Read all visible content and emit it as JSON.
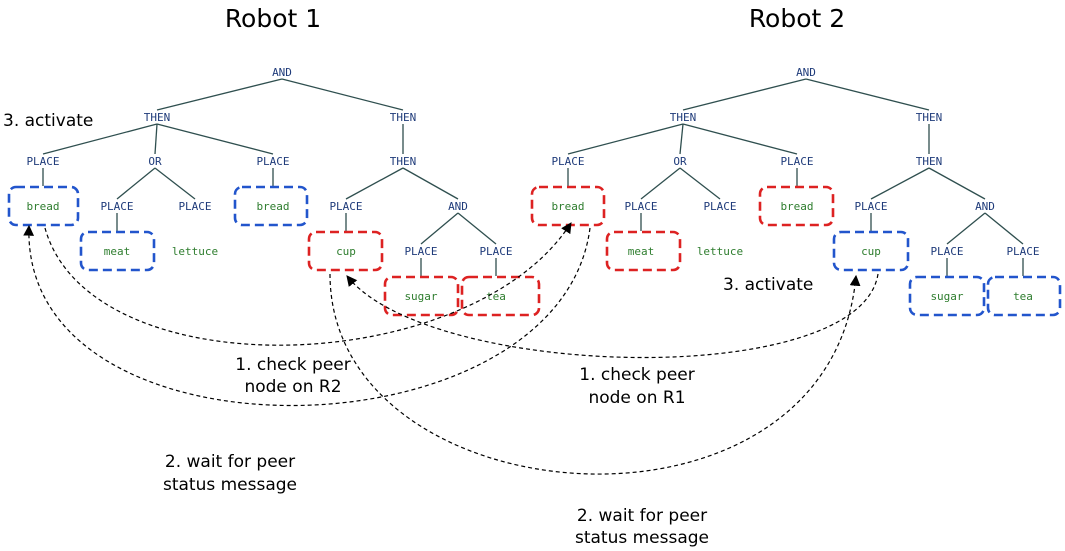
{
  "robots": [
    {
      "title": "Robot 1",
      "tree": {
        "root": "AND",
        "left_then": "THEN",
        "right_then": "THEN",
        "inner_then": "THEN",
        "place_1": "PLACE",
        "item_1": "bread",
        "or": "OR",
        "place_meat": "PLACE",
        "item_meat": "meat",
        "place_lettuce": "PLACE",
        "item_lettuce": "lettuce",
        "place_3": "PLACE",
        "item_3": "bread",
        "place_cup": "PLACE",
        "item_cup": "cup",
        "and2": "AND",
        "place_sugar": "PLACE",
        "item_sugar": "sugar",
        "place_tea": "PLACE",
        "item_tea": "tea"
      },
      "activate_label": "3. activate",
      "check_label": [
        "1. check peer",
        "node on R2"
      ],
      "wait_label": [
        "2. wait for peer",
        "status message"
      ]
    },
    {
      "title": "Robot 2",
      "tree": {
        "root": "AND",
        "left_then": "THEN",
        "right_then": "THEN",
        "inner_then": "THEN",
        "place_1": "PLACE",
        "item_1": "bread",
        "or": "OR",
        "place_meat": "PLACE",
        "item_meat": "meat",
        "place_lettuce": "PLACE",
        "item_lettuce": "lettuce",
        "place_3": "PLACE",
        "item_3": "bread",
        "place_cup": "PLACE",
        "item_cup": "cup",
        "and2": "AND",
        "place_sugar": "PLACE",
        "item_sugar": "sugar",
        "place_tea": "PLACE",
        "item_tea": "tea"
      },
      "activate_label": "3. activate",
      "check_label": [
        "1. check peer",
        "node on R1"
      ],
      "wait_label": [
        "2. wait for peer",
        "status message"
      ]
    }
  ],
  "colors": {
    "operator_text": "#1f3b7a",
    "item_text": "#2e7d2e",
    "edge": "#2f4f4f",
    "box_local": "#2255cc",
    "box_peer": "#dd2222",
    "arc": "#000000"
  }
}
